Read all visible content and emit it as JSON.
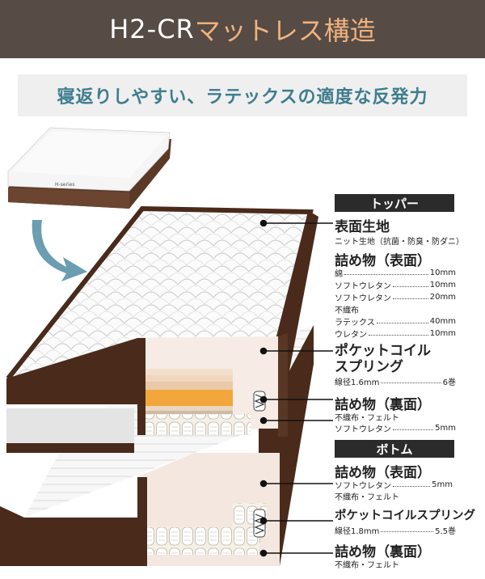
{
  "title": {
    "main": "H2-CR",
    "sub": "マットレス構造"
  },
  "subtitle": "寝返りしやすい、ラテックスの適度な反発力",
  "thumb_logo": "H-series",
  "topper": {
    "tag": "トッパー",
    "surface": {
      "heading": "表面生地",
      "detail": "ニット生地（抗菌・防臭・防ダニ）"
    },
    "fill_top": {
      "heading": "詰め物（表面）",
      "items": [
        {
          "name": "綿",
          "value": "10mm"
        },
        {
          "name": "ソフトウレタン",
          "value": "10mm"
        },
        {
          "name": "ソフトウレタン",
          "value": "20mm"
        },
        {
          "name": "不織布",
          "value": ""
        },
        {
          "name": "ラテックス",
          "value": "40mm"
        },
        {
          "name": "ウレタン",
          "value": "10mm"
        }
      ]
    },
    "coil": {
      "heading": "ポケットコイル スプリング",
      "heading_l1": "ポケットコイル",
      "heading_l2": "スプリング",
      "spec_name": "線径1.6mm",
      "spec_value": "6巻"
    },
    "fill_bottom": {
      "heading": "詰め物（裏面）",
      "line1": "不織布・フェルト",
      "item": {
        "name": "ソフトウレタン",
        "value": "5mm"
      }
    }
  },
  "bottom": {
    "tag": "ボトム",
    "fill_top": {
      "heading": "詰め物（表面）",
      "item": {
        "name": "ソフトウレタン",
        "value": "5mm"
      },
      "line2": "不織布・フェルト"
    },
    "coil": {
      "heading": "ポケットコイルスプリング",
      "spec_name": "線径1.8mm",
      "spec_value": "5.5巻"
    },
    "fill_bottom": {
      "heading": "詰め物（裏面）",
      "line1": "不織布・フェルト"
    }
  },
  "colors": {
    "title_bg": "#564b45",
    "title_accent": "#f0b27d",
    "subtitle_text": "#3f7d8e",
    "subtitle_bg": "#efefef",
    "brown": "#4a2a1a",
    "latex": "#f2a63c",
    "arrow": "#6a9eb0"
  }
}
